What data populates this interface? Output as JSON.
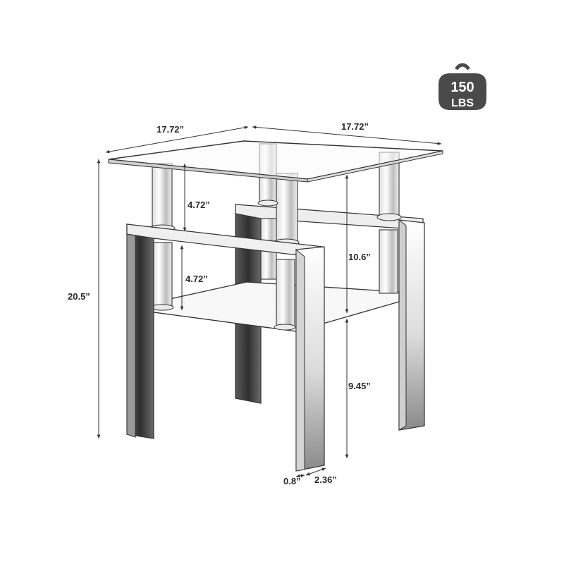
{
  "weight_badge": {
    "value": "150",
    "unit": "LBS",
    "color": "#4a4a4a"
  },
  "dimensions": {
    "top_depth": "17.72”",
    "top_width": "17.72”",
    "total_height": "20.5”",
    "top_gap": "4.72”",
    "shelf_gap": "4.72”",
    "frame_to_top": "10.6”",
    "shelf_to_floor": "9.45”",
    "leg_thickness": "0.8”",
    "leg_width": "2.36”"
  },
  "colors": {
    "line": "#333333",
    "metal_dark": "#3c3c3c",
    "glass": "#f6f6f6"
  }
}
